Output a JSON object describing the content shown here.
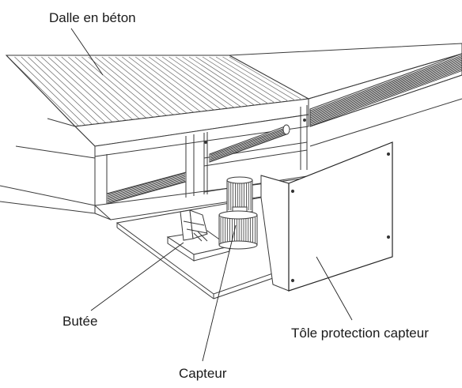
{
  "labels": {
    "slab": "Dalle en béton",
    "stop": "Butée",
    "sensor_plate": "Tôle protection capteur",
    "sensor": "Capteur"
  }
}
